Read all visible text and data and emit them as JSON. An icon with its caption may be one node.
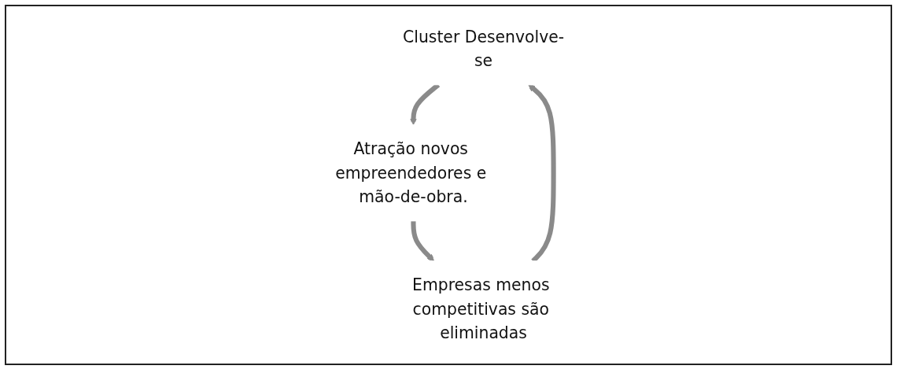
{
  "diagram": {
    "nodes": [
      {
        "text": [
          "Cluster Desenvolve-se"
        ]
      },
      {
        "text": [
          "Atração novos empreendedores e mão-de-obra."
        ]
      },
      {
        "text": [
          "Empresas menos competitivas são eliminadas"
        ]
      }
    ],
    "edges": [
      {
        "from": 0,
        "to": 1,
        "arrow": "to"
      },
      {
        "from": 1,
        "to": 2,
        "arrow": "to"
      },
      {
        "from": 2,
        "to": 0,
        "arrow": "to"
      }
    ]
  }
}
